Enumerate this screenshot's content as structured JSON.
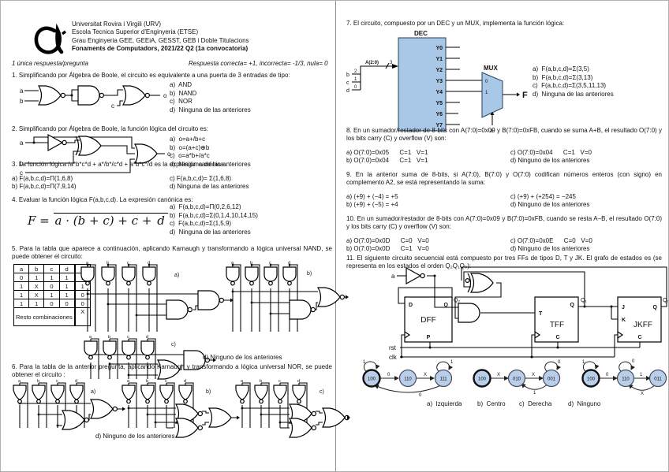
{
  "header": {
    "university": "Universitat Rovira i Virgili (URV)",
    "school": "Escola Tecnica Superior d'Enginyeria (ETSE)",
    "degrees": "Grau Enginyeria GEE, GEEiA, GESST, GEB i Doble Titulacions",
    "course": "Fonaments de Computadors, 2021/22 Q2 (1a convocatoria)",
    "logo_icon": "urv-logo"
  },
  "instructions": {
    "left": "1 única respuesta/pregunta",
    "right": "Respuesta correcta= +1, incorrecta= -1/3, nula= 0"
  },
  "q1": {
    "text": "1. Simplificando por Álgebra de Boole, el circuito es equivalente a una puerta de 3 entradas de tipo:",
    "circuit": {
      "in1": "a",
      "in2": "b",
      "in3": "c",
      "out": "o"
    },
    "options": [
      "a)  AND",
      "b)  NAND",
      "c)  NOR",
      "d)  Ninguna de las anteriores"
    ]
  },
  "q2": {
    "text": "2. Simplificando por Álgebra de Boole, la función lógica del circuito es:",
    "circuit": {
      "in1": "a",
      "in2": "b",
      "in3": "c",
      "out": "o"
    },
    "options": [
      "a)  o=a+/b+c",
      "b)  o=(a+c)⊕b",
      "c)  o=a*b+/a*c",
      "d)  Ninguna de las anteriores"
    ]
  },
  "q3": {
    "text": "3. La función lógica /a*b*c*d + a*/b*/c*d + a*b*c*/d es la expresión canónica:",
    "options": [
      "a) F(a,b,c,d)=Π(1,6,8)",
      "b) F(a,b,c,d)=Π(7,9,14)",
      "c) F(a,b,c,d)= Σ(1,6,8)",
      "d) Ninguna de las anteriores"
    ]
  },
  "q4": {
    "text": "4. Evaluar la función lógica F(a,b,c,d). La expresión canónica es:",
    "formula": {
      "lhs": "F = ",
      "main": "a · (b + c) + c + ",
      "dbar": "d"
    },
    "options": [
      "a)  F(a,b,c,d)=Π(0,2,6,12)",
      "b)  F(a,b,c,d)=Σ(0,1,4,10,14,15)",
      "c)  F(a,b,c,d)=Σ(1,5,9)",
      "d)  Ninguna de las anteriores"
    ]
  },
  "q5": {
    "text": "5. Para la tabla que aparece a continuación, aplicando Karnaugh y transformando a lógica universal NAND, se puede obtener el circuito:",
    "table": {
      "headers": [
        "a",
        "b",
        "c",
        "d",
        "F"
      ],
      "rows": [
        [
          "0",
          "1",
          "1",
          "1",
          "1"
        ],
        [
          "1",
          "X",
          "0",
          "1",
          "1"
        ],
        [
          "1",
          "X",
          "1",
          "1",
          "0"
        ],
        [
          "1",
          "1",
          "0",
          "0",
          "0"
        ]
      ],
      "footer_label": "Resto combinaciones",
      "footer_value": "X"
    },
    "inputs": [
      "a",
      "b",
      "c",
      "d"
    ],
    "opt_a": "a)",
    "opt_b": "b)",
    "opt_c": "c)",
    "opt_d": "d) Ninguno de los anteriores"
  },
  "q6": {
    "text": "6. Para la tabla de la anterior pregunta, aplicando Karnaugh y transformando a lógica universal NOR, se puede obtener el circuito :",
    "inputs": [
      "a",
      "b",
      "c",
      "d"
    ],
    "opt_a": "a)",
    "opt_b": "b)",
    "opt_c": "c)",
    "opt_d": "d) Ninguno de los anteriores"
  },
  "q7": {
    "text": "7. El circuito, compuesto por un DEC y un MUX, implementa la función lógica:",
    "dec": {
      "label": "DEC",
      "outputs": [
        "Y0",
        "Y1",
        "Y2",
        "Y3",
        "Y4",
        "Y5",
        "Y6",
        "Y7"
      ],
      "bus": "A(2:0)",
      "bus_width": "3",
      "inputs": [
        "b",
        "c",
        "d"
      ],
      "bits": [
        "2",
        "1",
        "0"
      ]
    },
    "mux": {
      "label": "MUX",
      "ports": [
        "0",
        "1"
      ],
      "select": "a",
      "out": "F"
    },
    "options": [
      "a)  F(a,b,c,d)=Σ(3,5)",
      "b)  F(a,b,c,d)=Σ(3,13)",
      "c)  F(a,b,c,d)=Σ(3,5,11,13)",
      "d)  Ninguna de las anteriores"
    ]
  },
  "q8": {
    "text": "8. En un sumador/restador de 8-bits con A(7:0)=0x09 y B(7:0)=0xFB, cuando se suma A+B, el resultado O(7:0) y los bits carry (C) y overflow (V) son:",
    "options": [
      "a) O(7:0)=0x05      C=1   V=1",
      "b) O(7:0)=0x04      C=1   V=1",
      "c) O(7:0)=0x04      C=1   V=0",
      "d) Ninguno de los anteriores"
    ]
  },
  "q9": {
    "text": "9. En la anterior suma de 8-bits, si A(7:0), B(7:0) y O(7:0) codifican números enteros (con signo) en complemento A2, se está representando la suma:",
    "options": [
      "a) (+9) + (−4) = +5",
      "b) (+9) + (−5) = +4",
      "c) (+9) + (+254) = −245",
      "d) Ninguno de los anteriores"
    ]
  },
  "q10": {
    "text": "10. En un sumador/restador de 8-bits con A(7:0)=0x09 y B(7:0)=0xFB, cuando se resta A–B, el resultado O(7:0) y los bits carry (C) y overflow (V) son:",
    "options": [
      "a) O(7:0)=0x0D      C=0   V=0",
      "b) O(7:0)=0x0D      C=1   V=0",
      "c) O(7:0)=0x0E      C=0   V=0",
      "d) Ninguno de los anteriores"
    ]
  },
  "q11": {
    "text": "11. El siguiente circuito secuencial está compuesto por tres FFs de tipos D, T y JK. El grafo de estados es (se representa en los estados el orden Q₂Q₁Q₀):",
    "circuit": {
      "input": "a",
      "rst": "rst",
      "clk": "clk",
      "dff": {
        "d": "D",
        "q": "Q",
        "name": "DFF",
        "p": "P",
        "out": "Q₂"
      },
      "tff": {
        "t": "T",
        "q": "Q",
        "name": "TFF",
        "c": "C",
        "out": "Q₁"
      },
      "jkff": {
        "j": "J",
        "k": "K",
        "q": "Q",
        "name": "JKFF",
        "c": "C",
        "out": "Q₀"
      }
    },
    "graphs": {
      "a": {
        "s1": "100",
        "s2": "110",
        "s3": "111",
        "loop1": "1",
        "e12": "0",
        "e23": "X",
        "loop3": "1",
        "back": "0"
      },
      "b": {
        "s1": "100",
        "s2": "010",
        "s3": "001",
        "e12": "X",
        "e23": "X",
        "loop3": "0",
        "back": "1"
      },
      "c": {
        "s1": "100",
        "s2": "110",
        "s3": "011",
        "loop1": "1",
        "e12": "0",
        "loop2": "0",
        "e23": "1",
        "back": "X"
      }
    },
    "options": [
      "a)  Izquierda",
      "b)  Centro",
      "c)  Derecha",
      "d)  Ninguno"
    ]
  },
  "colors": {
    "block_fill": "#a9c7e6",
    "state_fill": "#b9cfe9",
    "ink": "#111111"
  }
}
